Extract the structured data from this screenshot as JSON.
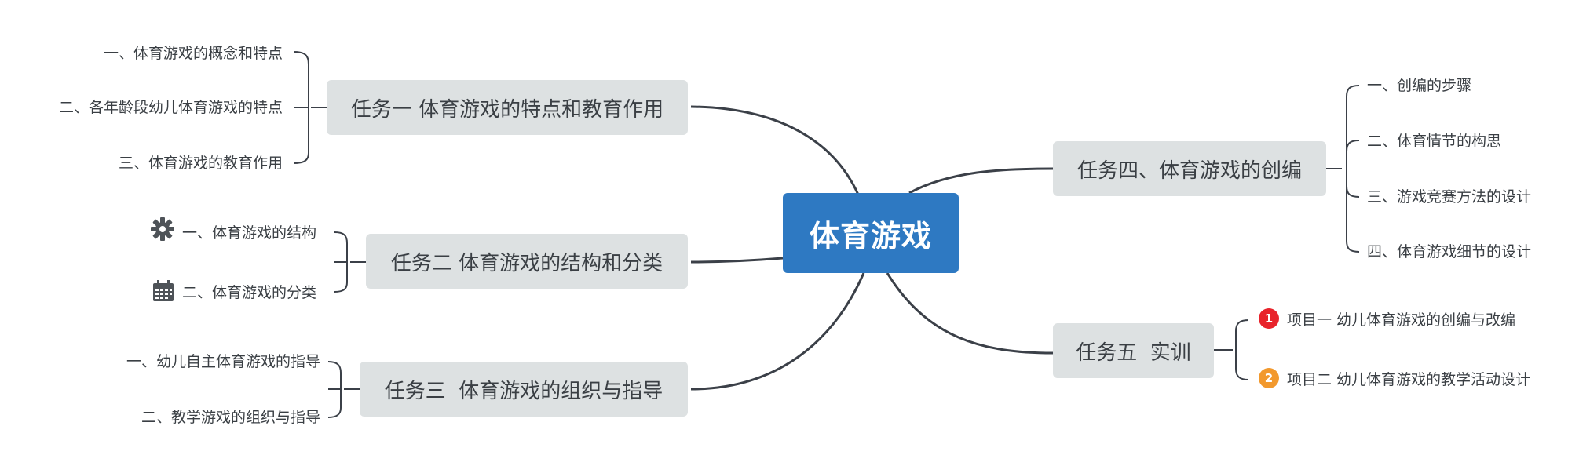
{
  "central": {
    "label": "体育游戏",
    "color": "#2e79c2"
  },
  "tasks": [
    {
      "label": "任务一 体育游戏的特点和教育作用",
      "children": [
        "一、体育游戏的概念和特点",
        "二、各年龄段幼儿体育游戏的特点",
        "三、体育游戏的教育作用"
      ]
    },
    {
      "label": "任务二 体育游戏的结构和分类",
      "children": [
        "一、体育游戏的结构",
        "二、体育游戏的分类"
      ],
      "child_icons": [
        "gear-icon",
        "calendar-icon"
      ]
    },
    {
      "label": "任务三  体育游戏的组织与指导",
      "children": [
        "一、幼儿自主体育游戏的指导",
        "二、教学游戏的组织与指导"
      ]
    },
    {
      "label": "任务四、体育游戏的创编",
      "children": [
        "一、创编的步骤",
        "二、体育情节的构思",
        "三、游戏竞赛方法的设计",
        "四、体育游戏细节的设计"
      ]
    },
    {
      "label": "任务五  实训",
      "children": [
        "项目一 幼儿体育游戏的创编与改编",
        "项目二 幼儿体育游戏的教学活动设计"
      ],
      "child_badges": [
        {
          "number": "1",
          "color": "#e8232b"
        },
        {
          "number": "2",
          "color": "#f2992e"
        }
      ]
    }
  ],
  "colors": {
    "topic_bg": "#dde1e2",
    "text": "#3a3f44",
    "line": "#3b4048"
  }
}
